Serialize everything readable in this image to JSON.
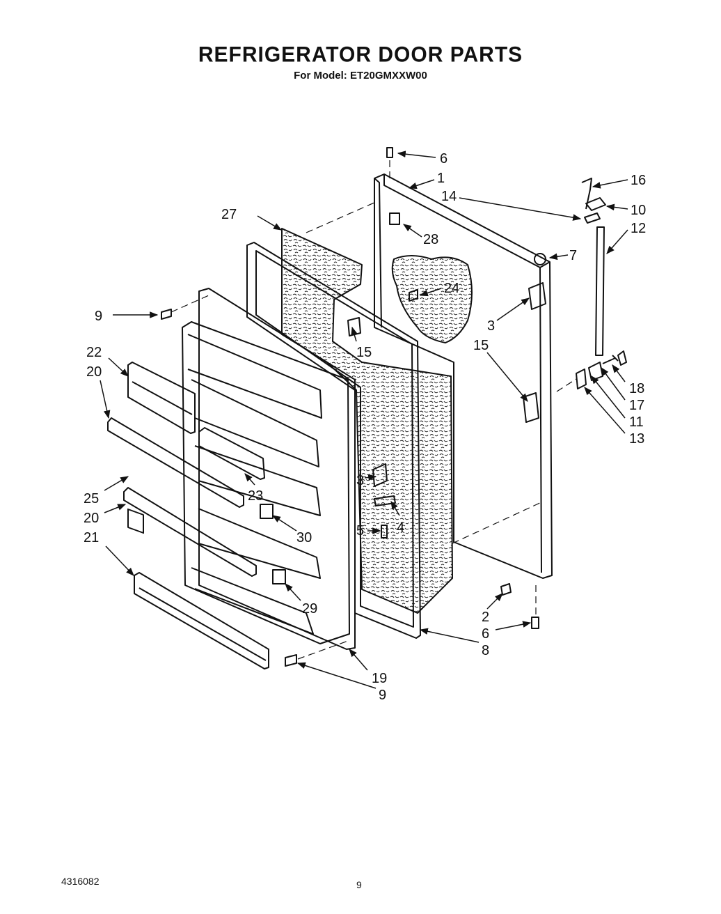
{
  "header": {
    "title": "REFRIGERATOR DOOR PARTS",
    "subtitle": "For Model: ET20GMXXW00"
  },
  "footer": {
    "doc_number": "4316082",
    "page_number": "9"
  },
  "callouts": [
    {
      "id": "c1",
      "label": "1"
    },
    {
      "id": "c2",
      "label": "2"
    },
    {
      "id": "c3a",
      "label": "3"
    },
    {
      "id": "c3b",
      "label": "3"
    },
    {
      "id": "c4",
      "label": "4"
    },
    {
      "id": "c5",
      "label": "5"
    },
    {
      "id": "c6a",
      "label": "6"
    },
    {
      "id": "c6b",
      "label": "6"
    },
    {
      "id": "c7",
      "label": "7"
    },
    {
      "id": "c8",
      "label": "8"
    },
    {
      "id": "c9a",
      "label": "9"
    },
    {
      "id": "c9b",
      "label": "9"
    },
    {
      "id": "c10",
      "label": "10"
    },
    {
      "id": "c11",
      "label": "11"
    },
    {
      "id": "c12",
      "label": "12"
    },
    {
      "id": "c13",
      "label": "13"
    },
    {
      "id": "c14",
      "label": "14"
    },
    {
      "id": "c15a",
      "label": "15"
    },
    {
      "id": "c15b",
      "label": "15"
    },
    {
      "id": "c16",
      "label": "16"
    },
    {
      "id": "c17",
      "label": "17"
    },
    {
      "id": "c18",
      "label": "18"
    },
    {
      "id": "c19",
      "label": "19"
    },
    {
      "id": "c20a",
      "label": "20"
    },
    {
      "id": "c20b",
      "label": "20"
    },
    {
      "id": "c21",
      "label": "21"
    },
    {
      "id": "c22",
      "label": "22"
    },
    {
      "id": "c23",
      "label": "23"
    },
    {
      "id": "c24",
      "label": "24"
    },
    {
      "id": "c25",
      "label": "25"
    },
    {
      "id": "c27",
      "label": "27"
    },
    {
      "id": "c28",
      "label": "28"
    },
    {
      "id": "c29",
      "label": "29"
    },
    {
      "id": "c30",
      "label": "30"
    }
  ]
}
